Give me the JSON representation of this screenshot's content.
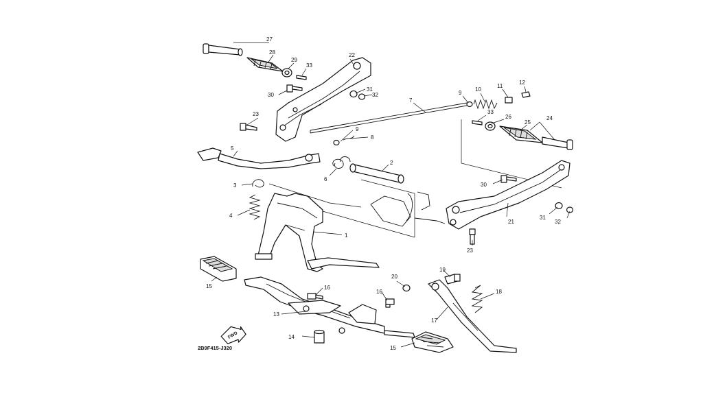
{
  "diagram": {
    "drawing_code": "2B9F415-J320",
    "fwd_label": "FWD",
    "callouts": {
      "c27": "27",
      "c28": "28",
      "c29": "29",
      "c33a": "33",
      "c22": "22",
      "c30a": "30",
      "c31a": "31",
      "c32a": "32",
      "c7": "7",
      "c9a": "9",
      "c10": "10",
      "c11": "11",
      "c12": "12",
      "c33b": "33",
      "c26": "26",
      "c25": "25",
      "c24": "24",
      "c23a": "23",
      "c9b": "9",
      "c8": "8",
      "c5": "5",
      "c2": "2",
      "c6": "6",
      "c3": "3",
      "c4": "4",
      "c1": "1",
      "c30b": "30",
      "c21": "21",
      "c31b": "31",
      "c32b": "32",
      "c23b": "23",
      "c15a": "15",
      "c16a": "16",
      "c16b": "16",
      "c20": "20",
      "c19": "19",
      "c18": "18",
      "c13": "13",
      "c17": "17",
      "c14": "14",
      "c15b": "15"
    }
  }
}
